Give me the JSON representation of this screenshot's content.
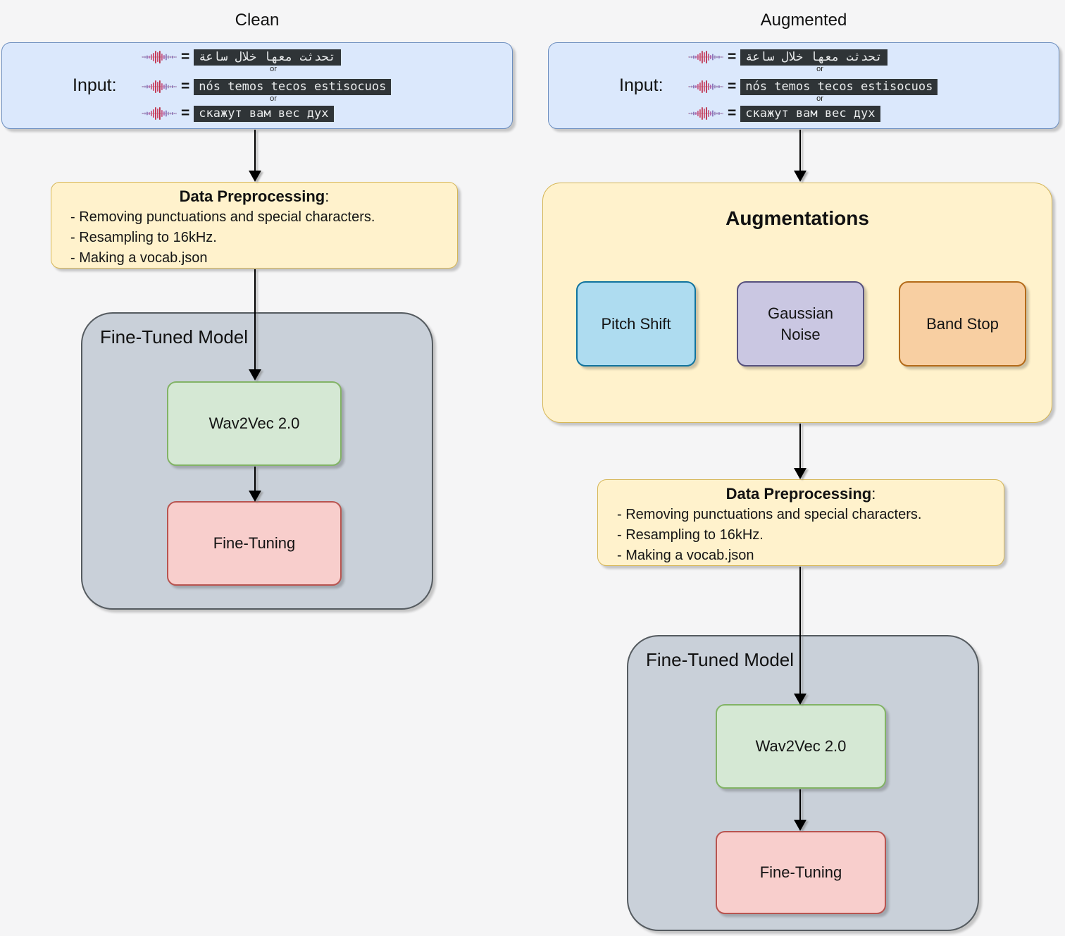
{
  "colors": {
    "canvas_bg": "#f5f5f6",
    "input_fill": "#dbe8fc",
    "input_border": "#6c8ebf",
    "terminal_bg": "#2f3437",
    "terminal_text": "#e9ebec",
    "process_fill": "#fff2cc",
    "process_border": "#d6b656",
    "container_fill": "#c9d0d9",
    "container_border": "#555b60",
    "wav2vec_fill": "#d5e8d4",
    "wav2vec_border": "#82b366",
    "finetune_fill": "#f8cecc",
    "finetune_border": "#b85450"
  },
  "clean": {
    "title": "Clean"
  },
  "augmented": {
    "title": "Augmented"
  },
  "input_panel": {
    "label": "Input:",
    "equals": "=",
    "or": "or",
    "samples": [
      {
        "text": "تحدثت معها خلال ساعة",
        "dir": "rtl"
      },
      {
        "text": "nós temos tecos estisocuos",
        "dir": "ltr"
      },
      {
        "text": "скажут вам вес дух",
        "dir": "ltr"
      }
    ]
  },
  "preprocessing": {
    "title": "Data Preprocessing",
    "colon": ":",
    "steps": [
      "- Removing punctuations and special characters.",
      "- Resampling to 16kHz.",
      "- Making a vocab.json"
    ]
  },
  "augmentations": {
    "title": "Augmentations",
    "methods": [
      {
        "label": "Pitch Shift",
        "fill": "#aedcf0",
        "border": "#10739e"
      },
      {
        "label": "Gaussian Noise",
        "fill": "#cac7e2",
        "border": "#56517e"
      },
      {
        "label": "Band Stop",
        "fill": "#f8cfa2",
        "border": "#b46b19"
      }
    ]
  },
  "model": {
    "label": "Fine-Tuned Model",
    "encoder": "Wav2Vec 2.0",
    "training": "Fine-Tuning"
  }
}
